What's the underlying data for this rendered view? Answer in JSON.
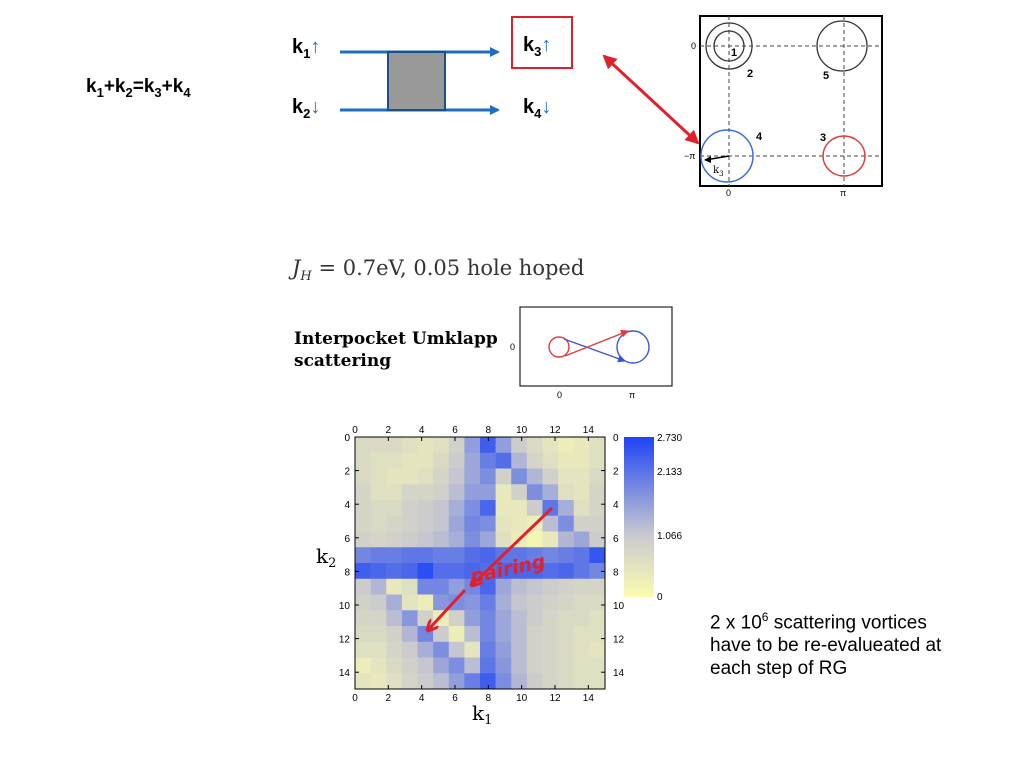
{
  "equation": {
    "k1": "k",
    "s1": "1",
    "plus1": "+",
    "k2": "k",
    "s2": "2",
    "eq": "=",
    "k3": "k",
    "s3": "3",
    "plus2": "+",
    "k4": "k",
    "s4": "4"
  },
  "diagram": {
    "k1": {
      "letter": "k",
      "sub": "1",
      "arrow": "↑"
    },
    "k2": {
      "letter": "k",
      "sub": "2",
      "arrow": "↓"
    },
    "k3": {
      "letter": "k",
      "sub": "3",
      "arrow": "↑"
    },
    "k4": {
      "letter": "k",
      "sub": "4",
      "arrow": "↓"
    },
    "colors": {
      "lines": "#1f6fc0",
      "vertex_fill": "#999999",
      "highlight": "#e0212b"
    }
  },
  "fermi_plot": {
    "pocket_labels": [
      "1",
      "2",
      "5",
      "4",
      "3"
    ],
    "axis_y": [
      "0",
      "−π"
    ],
    "axis_x": [
      "0",
      "π"
    ],
    "vector_label": "k",
    "vector_sub": "3",
    "pocket_colors": {
      "black": "#333333",
      "blue": "#3a6fd8",
      "red": "#e03a3a"
    }
  },
  "formula": {
    "text": "J",
    "sub": "H",
    "rest": " = 0.7eV, 0.05 hole hoped"
  },
  "umklapp": {
    "title_line1": "Interpocket Umklapp",
    "title_line2": "scattering",
    "axis_y": "0",
    "axis_x": [
      "0",
      "π"
    ]
  },
  "heatmap": {
    "xticks": [
      "0",
      "2",
      "4",
      "6",
      "8",
      "10",
      "12",
      "14"
    ],
    "yticks": [
      "0",
      "2",
      "4",
      "6",
      "8",
      "10",
      "12",
      "14"
    ],
    "xlabel_letter": "k",
    "xlabel_sub": "1",
    "ylabel_letter": "k",
    "ylabel_sub": "2",
    "annotation": "pairing",
    "colorbar_labels": [
      "2.730",
      "2.133",
      "1.066",
      "0"
    ],
    "colorbar_values": [
      2.73,
      2.133,
      1.066,
      0
    ],
    "colors": {
      "low": "#fbfbb0",
      "mid": "#c9c9cf",
      "high": "#1e44f5"
    }
  },
  "chart_data": {
    "type": "heatmap",
    "xlabel": "k1",
    "ylabel": "k2",
    "xlim": [
      0,
      15
    ],
    "ylim": [
      0,
      15
    ],
    "zlim": [
      0,
      2.73
    ],
    "z": [
      [
        0.7,
        0.7,
        0.7,
        0.6,
        0.5,
        0.6,
        0.9,
        1.6,
        2.4,
        1.6,
        1.0,
        0.7,
        0.5,
        0.3,
        0.4,
        0.6
      ],
      [
        0.7,
        0.6,
        0.6,
        0.5,
        0.5,
        0.7,
        1.0,
        1.5,
        2.0,
        2.2,
        1.3,
        0.8,
        0.6,
        0.4,
        0.4,
        0.6
      ],
      [
        0.7,
        0.6,
        0.5,
        0.5,
        0.6,
        0.8,
        1.1,
        1.5,
        1.8,
        0.9,
        1.8,
        1.3,
        0.9,
        0.5,
        0.5,
        0.7
      ],
      [
        0.8,
        0.6,
        0.6,
        0.8,
        0.8,
        0.9,
        1.2,
        1.6,
        1.6,
        0.4,
        0.9,
        1.8,
        1.4,
        0.6,
        0.5,
        0.8
      ],
      [
        0.8,
        0.7,
        0.7,
        0.9,
        1.0,
        1.1,
        1.4,
        1.8,
        2.3,
        0.4,
        0.4,
        1.0,
        2.1,
        1.4,
        0.6,
        0.8
      ],
      [
        0.8,
        0.7,
        0.8,
        0.9,
        1.0,
        1.1,
        1.5,
        1.9,
        1.8,
        0.5,
        0.4,
        0.3,
        1.2,
        1.8,
        0.9,
        0.9
      ],
      [
        0.9,
        0.8,
        0.9,
        1.0,
        1.1,
        1.2,
        1.4,
        1.8,
        1.5,
        0.6,
        0.3,
        0.1,
        0.4,
        1.3,
        1.5,
        1.0
      ],
      [
        1.9,
        2.0,
        2.0,
        2.1,
        2.1,
        2.0,
        2.0,
        2.2,
        2.3,
        2.1,
        2.1,
        2.0,
        1.9,
        2.0,
        2.1,
        2.5
      ],
      [
        2.4,
        2.3,
        2.2,
        2.3,
        2.6,
        2.2,
        2.2,
        2.3,
        2.2,
        2.3,
        2.3,
        2.3,
        2.2,
        2.3,
        2.1,
        1.9
      ],
      [
        1.0,
        1.3,
        0.4,
        0.6,
        1.9,
        1.9,
        1.6,
        1.9,
        2.3,
        1.5,
        1.2,
        1.1,
        1.0,
        0.9,
        0.8,
        0.8
      ],
      [
        0.9,
        1.0,
        1.4,
        0.5,
        0.3,
        1.7,
        1.8,
        1.7,
        2.0,
        1.4,
        1.1,
        1.0,
        0.9,
        0.8,
        0.7,
        0.7
      ],
      [
        0.8,
        0.8,
        1.2,
        1.7,
        0.9,
        0.3,
        0.9,
        1.6,
        1.9,
        1.5,
        1.2,
        1.0,
        0.8,
        0.7,
        0.7,
        0.6
      ],
      [
        0.7,
        0.7,
        0.9,
        1.3,
        1.9,
        1.0,
        0.3,
        1.2,
        1.9,
        1.5,
        1.2,
        0.9,
        0.8,
        0.7,
        0.6,
        0.6
      ],
      [
        0.6,
        0.6,
        0.8,
        1.0,
        1.4,
        1.8,
        1.1,
        0.5,
        2.0,
        1.6,
        1.2,
        0.9,
        0.8,
        0.7,
        0.6,
        0.5
      ],
      [
        0.3,
        0.5,
        0.7,
        0.9,
        1.1,
        1.5,
        1.8,
        1.2,
        2.1,
        1.7,
        1.2,
        0.9,
        0.8,
        0.7,
        0.6,
        0.6
      ],
      [
        0.5,
        0.4,
        0.6,
        0.8,
        1.0,
        1.2,
        1.6,
        2.0,
        2.4,
        1.8,
        1.3,
        1.0,
        0.8,
        0.7,
        0.6,
        0.6
      ]
    ]
  },
  "note": {
    "part1": "2 x 10",
    "sup": "6",
    "part2": " scattering vortices",
    "line2": "have to be re-evalueated at",
    "line3": "each step of RG"
  }
}
